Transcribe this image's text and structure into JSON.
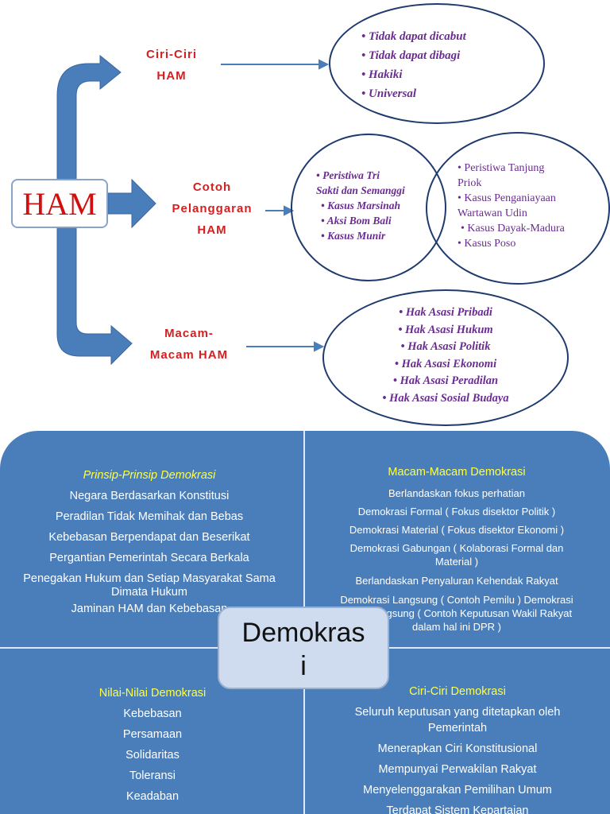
{
  "ham": {
    "title": "HAM",
    "ciri": {
      "label_lines": [
        "Ciri-Ciri",
        "HAM"
      ],
      "items": [
        "• Tidak dapat dicabut",
        "• Tidak dapat dibagi",
        "• Hakiki",
        "• Universal"
      ]
    },
    "contoh": {
      "label_lines": [
        "Cotoh",
        "Pelanggaran",
        "HAM"
      ],
      "left_items": [
        "• Peristiwa Tri",
        "Sakti dan Semanggi",
        "• Kasus Marsinah",
        "• Aksi Bom Bali",
        "• Kasus Munir"
      ],
      "right_items": [
        "• Peristiwa Tanjung",
        "Priok",
        "• Kasus Penganiayaan",
        "Wartawan Udin",
        "• Kasus Dayak-Madura",
        "• Kasus Poso"
      ]
    },
    "macam": {
      "label_lines": [
        "Macam-",
        "Macam HAM"
      ],
      "items": [
        "• Hak Asasi Pribadi",
        "• Hak Asasi Hukum",
        "• Hak Asasi Politik",
        "• Hak Asasi Ekonomi",
        "• Hak Asasi Peradilan",
        "• Hak Asasi Sosial Budaya"
      ]
    },
    "colors": {
      "arrow": "#4a7ebb",
      "label": "#d42020",
      "list": "#6a2c91",
      "oval_border": "#1f3b6e"
    }
  },
  "demokrasi": {
    "center_lines": [
      "Demokras",
      "i"
    ],
    "prinsip": {
      "title": "Prinsip-Prinsip Demokrasi",
      "items": [
        "Negara Berdasarkan Konstitusi",
        "Peradilan Tidak Memihak dan Bebas",
        "Kebebasan Berpendapat dan Beserikat",
        "Pergantian Pemerintah Secara Berkala",
        "Penegakan Hukum dan Setiap Masyarakat Sama",
        "Dimata Hukum",
        "Jaminan HAM dan Kebebasan"
      ]
    },
    "macam": {
      "title": "Macam-Macam Demokrasi",
      "items": [
        "Berlandaskan fokus perhatian",
        "Demokrasi Formal ( Fokus disektor Politik )",
        "Demokrasi Material ( Fokus disektor Ekonomi )",
        "Demokrasi Gabungan ( Kolaborasi Formal dan",
        "Material )",
        "Berlandaskan Penyaluran Kehendak Rakyat",
        "Demokrasi Langsung ( Contoh Pemilu ) Demokrasi",
        "Tidak Langsung ( Contoh Keputusan Wakil Rakyat",
        "dalam hal ini DPR )"
      ]
    },
    "nilai": {
      "title": "Nilai-Nilai Demokrasi",
      "items": [
        "Kebebasan",
        "Persamaan",
        "Solidaritas",
        "Toleransi",
        "Keadaban"
      ]
    },
    "ciri": {
      "title": "Ciri-Ciri Demokrasi",
      "items": [
        "Seluruh keputusan yang ditetapkan oleh",
        "Pemerintah",
        "Menerapkan Ciri Konstitusional",
        "Mempunyai Perwakilan Rakyat",
        "Menyelenggarakan Pemilihan Umum",
        "Terdapat Sistem Kepartaian"
      ]
    },
    "colors": {
      "background": "#4a7ebb",
      "title": "#ffff40",
      "text": "#ffffff"
    }
  }
}
